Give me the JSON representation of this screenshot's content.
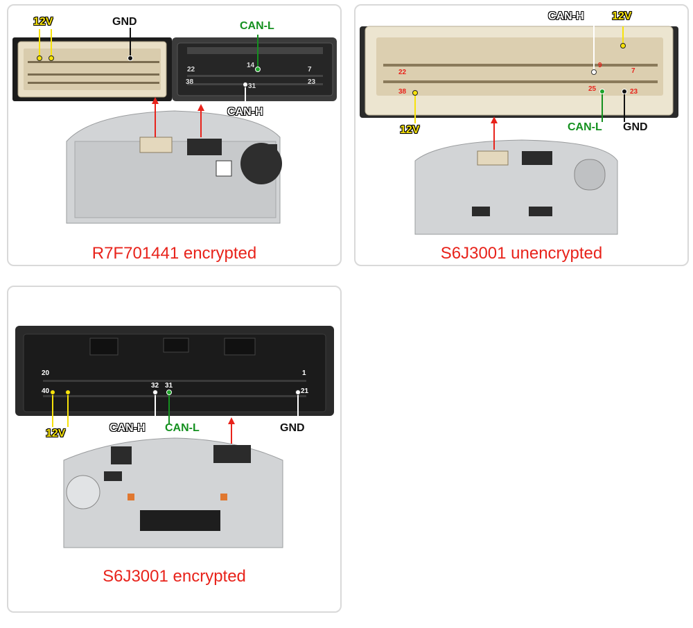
{
  "panels": [
    {
      "caption": "R7F701441 encrypted",
      "labels": {
        "v12": "12V",
        "gnd": "GND",
        "canl": "CAN-L",
        "canh": "CAN-H"
      },
      "pins": {
        "p22": "22",
        "p14": "14",
        "p7": "7",
        "p38": "38",
        "p31": "31",
        "p23": "23"
      }
    },
    {
      "caption": "S6J3001 unencrypted",
      "labels": {
        "canh": "CAN-H",
        "v12_top": "12V",
        "v12": "12V",
        "canl": "CAN-L",
        "gnd": "GND"
      },
      "pins": {
        "p22": "22",
        "p9": "9",
        "p7": "7",
        "p38": "38",
        "p25": "25",
        "p23": "23"
      }
    },
    {
      "caption": "S6J3001 encrypted",
      "labels": {
        "v12": "12V",
        "canh": "CAN-H",
        "canl": "CAN-L",
        "gnd": "GND"
      },
      "pins": {
        "p20": "20",
        "p1": "1",
        "p40": "40",
        "p32": "32",
        "p31": "31",
        "p21": "21"
      }
    }
  ],
  "colors": {
    "caption_red": "#e8231b",
    "wire_yellow": "#f7e20a",
    "wire_green": "#14901f",
    "arrow_red": "#e8231b",
    "connector_beige": "#e9dfc6",
    "connector_dark": "#2c2c2c"
  }
}
